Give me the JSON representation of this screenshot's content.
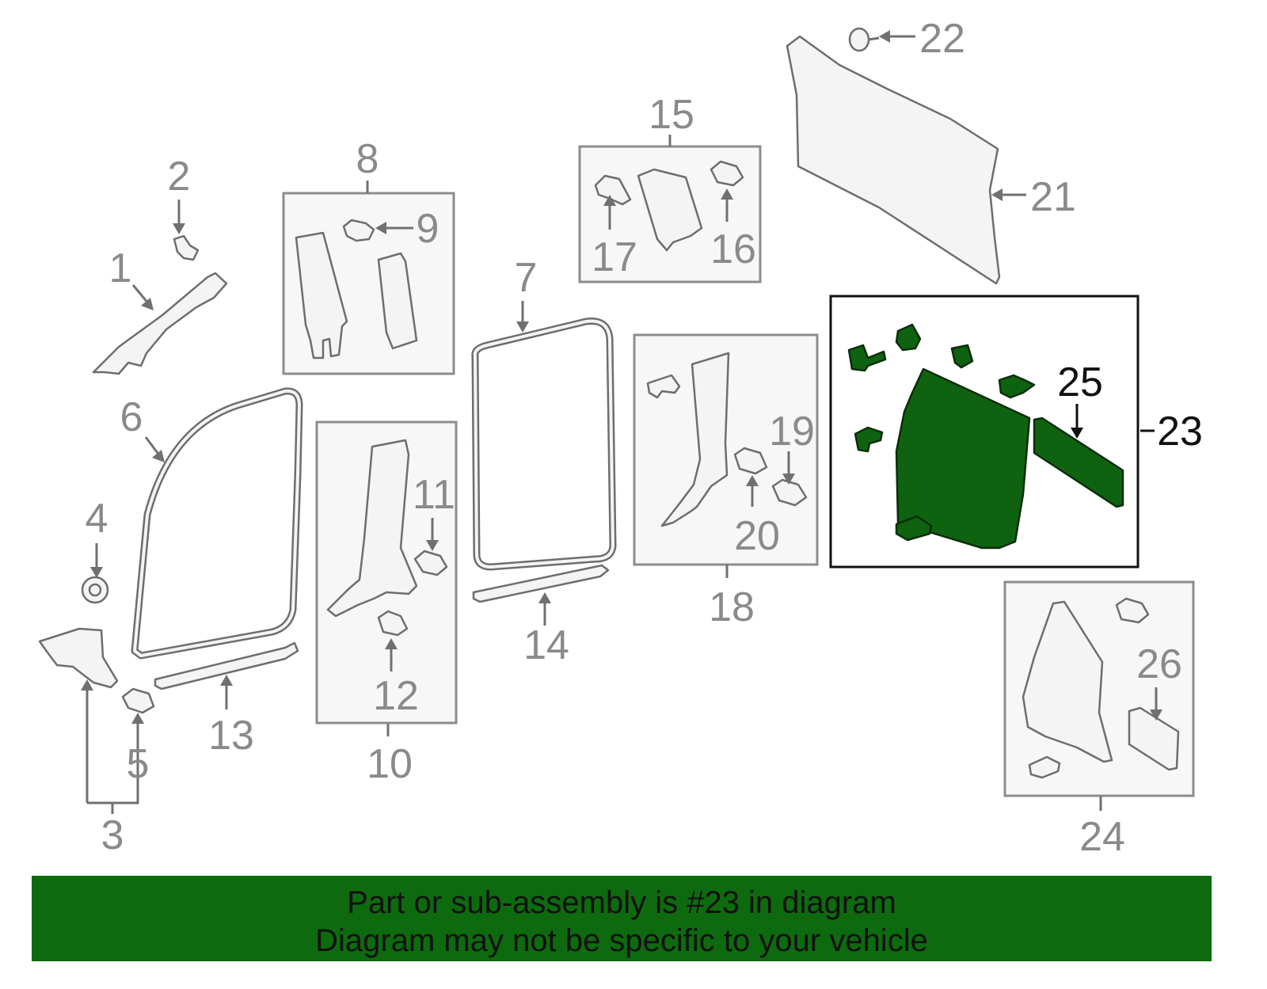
{
  "callouts": {
    "c1": "1",
    "c2": "2",
    "c3": "3",
    "c4": "4",
    "c5": "5",
    "c6": "6",
    "c7": "7",
    "c8": "8",
    "c9": "9",
    "c10": "10",
    "c11": "11",
    "c12": "12",
    "c13": "13",
    "c14": "14",
    "c15": "15",
    "c16": "16",
    "c17": "17",
    "c18": "18",
    "c19": "19",
    "c20": "20",
    "c21": "21",
    "c22": "22",
    "c23": "23",
    "c24": "24",
    "c25": "25",
    "c26": "26"
  },
  "highlighted_part": "23",
  "colors": {
    "highlight_green": "#0f6310",
    "banner_green": "#0e6a0e",
    "label_gray": "#8a8a8a"
  },
  "banner": {
    "line1": "Part or sub-assembly is #23 in diagram",
    "line2": "Diagram may not be specific to your vehicle"
  }
}
